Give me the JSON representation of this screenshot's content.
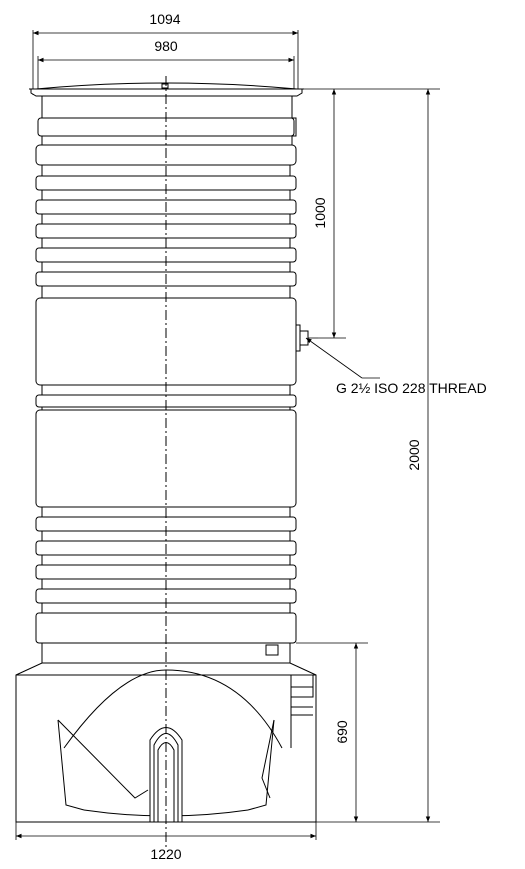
{
  "dimensions": {
    "top_outer_width": "1094",
    "top_inner_width": "980",
    "outlet_height": "1000",
    "total_height": "2000",
    "base_height": "690",
    "base_width": "1220"
  },
  "annotations": {
    "thread": "G 2½ ISO 228 THREAD"
  }
}
